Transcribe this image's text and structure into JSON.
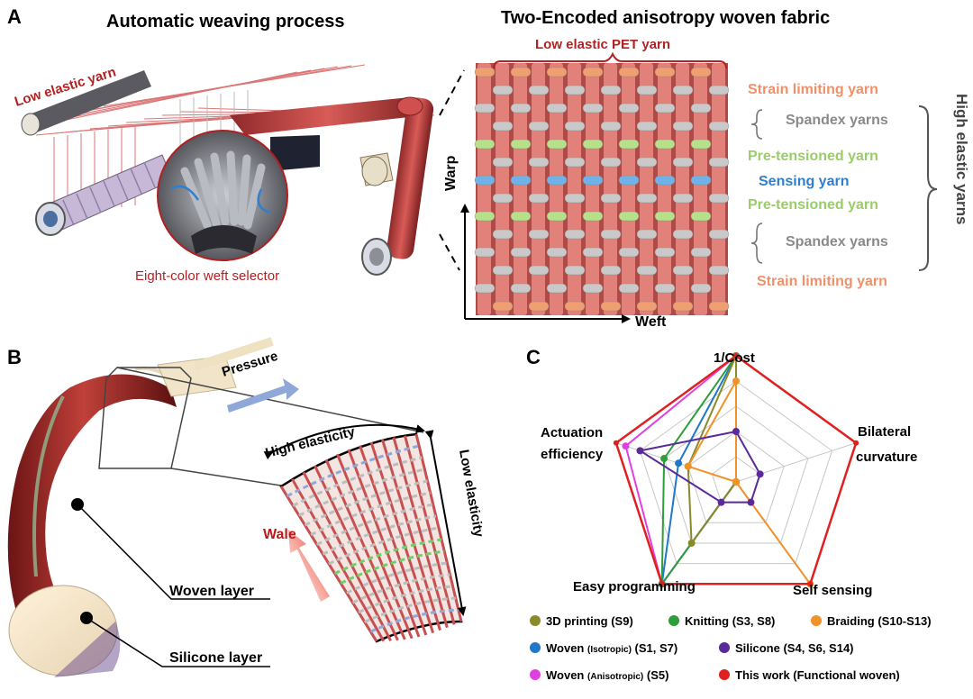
{
  "panelA": {
    "letter": "A",
    "left_title": "Automatic weaving process",
    "right_title": "Two-Encoded anisotropy woven fabric",
    "low_elastic_yarn": "Low elastic yarn",
    "selector_label": "Eight-color weft selector",
    "pet_label": "Low elastic PET yarn",
    "yarns": {
      "strain_top": "Strain limiting yarn",
      "spandex_top": "Spandex yarns",
      "pretension_top": "Pre-tensioned yarn",
      "sensing": "Sensing yarn",
      "pretension_bottom": "Pre-tensioned yarn",
      "spandex_bottom": "Spandex yarns",
      "strain_bottom": "Strain limiting yarn"
    },
    "high_elastic": "High elastic yarns",
    "axis_warp": "Warp",
    "axis_weft": "Weft"
  },
  "panelB": {
    "letter": "B",
    "pressure": "Pressure",
    "high_elasticity": "High elasticity",
    "low_elasticity": "Low elasticity",
    "wale": "Wale",
    "woven_layer": "Woven layer",
    "silicone_layer": "Silicone layer"
  },
  "panelC": {
    "letter": "C",
    "axes": [
      "1/Cost",
      "Bilateral curvature",
      "Self sensing",
      "Easy programming",
      "Actuation efficiency"
    ],
    "axis_labels": {
      "cost": "1/Cost",
      "bilateral_1": "Bilateral",
      "bilateral_2": "curvature",
      "self_sensing": "Self sensing",
      "easy_programming": "Easy programming",
      "actuation_1": "Actuation",
      "actuation_2": "efficiency"
    },
    "legend": [
      {
        "label": "3D printing (S9)",
        "color": "#8a8a2a"
      },
      {
        "label": "Knitting (S3, S8)",
        "color": "#2e9e3a"
      },
      {
        "label": "Braiding (S10-S13)",
        "color": "#f0922a"
      },
      {
        "label_main": "Woven",
        "label_small": "(Isotropic)",
        "label_tail": "(S1, S7)",
        "color": "#1f78c8"
      },
      {
        "label": "Silicone (S4, S6, S14)",
        "color": "#5a2a9a"
      },
      {
        "label_main": "Woven",
        "label_small": "(Anisotropic)",
        "label_tail": "(S5)",
        "color": "#e040e0"
      },
      {
        "label": "This work (Functional woven)",
        "color": "#e02020"
      }
    ],
    "chart_data": {
      "type": "radar",
      "axes": [
        "1/Cost",
        "Bilateral curvature",
        "Self sensing",
        "Easy programming",
        "Actuation efficiency"
      ],
      "max": 5,
      "series": [
        {
          "name": "This work (Functional woven)",
          "color": "#e02020",
          "values": [
            5,
            5,
            5,
            5,
            5
          ]
        },
        {
          "name": "Woven (Anisotropic) (S5)",
          "color": "#e040e0",
          "values": [
            5,
            0,
            0,
            5,
            4.6
          ]
        },
        {
          "name": "Woven (Isotropic) (S1, S7)",
          "color": "#1f78c8",
          "values": [
            5,
            0,
            0,
            5,
            2.4
          ]
        },
        {
          "name": "Knitting (S3, S8)",
          "color": "#2e9e3a",
          "values": [
            5,
            0,
            0,
            5,
            3
          ]
        },
        {
          "name": "3D printing (S9)",
          "color": "#8a8a2a",
          "values": [
            5,
            0,
            0,
            3,
            2
          ]
        },
        {
          "name": "Braiding (S10-S13)",
          "color": "#f0922a",
          "values": [
            4,
            0,
            5,
            0,
            2
          ]
        },
        {
          "name": "Silicone (S4, S6, S14)",
          "color": "#5a2a9a",
          "values": [
            2,
            1,
            1,
            1,
            4
          ]
        }
      ]
    }
  }
}
